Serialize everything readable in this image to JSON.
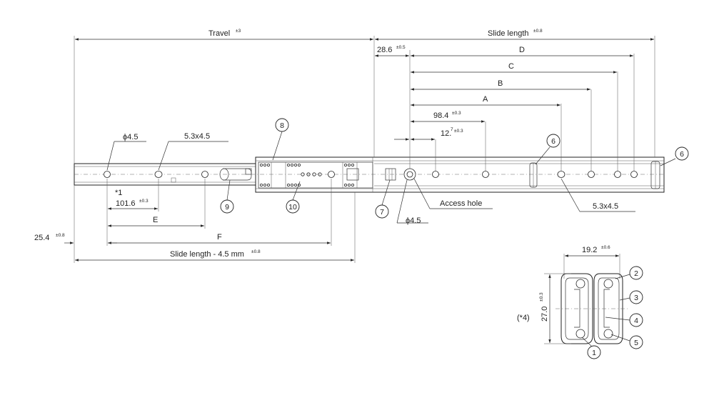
{
  "dims": {
    "travel": "Travel",
    "travel_tol": "±3",
    "slide_length": "Slide length",
    "slide_length_tol": "±0.8",
    "d_28_6": "28.6",
    "d_28_6_tol": "±0.5",
    "D": "D",
    "C": "C",
    "B": "B",
    "A": "A",
    "d_98_4": "98.4",
    "d_98_4_tol": "±0.3",
    "d_12_7": "12.",
    "d_12_7_b": "7",
    "d_12_7_tol": "±0.3",
    "phi_4_5_left": "ϕ4.5",
    "slot_5_3_left": "5.3x4.5",
    "star1": "*1",
    "d_101_6": "101.6",
    "d_101_6_tol": "±0.3",
    "E": "E",
    "F": "F",
    "d_25_4": "25.4",
    "d_25_4_tol": "±0.8",
    "slide_minus": "Slide length - 4.5 mm",
    "slide_minus_tol": "±0.8",
    "access_hole": "Access hole",
    "phi_4_5_bottom": "ϕ4.5",
    "slot_5_3_right": "5.3x4.5",
    "d_19_2": "19.2",
    "d_19_2_tol": "±0.6",
    "d_27_0": "27.0",
    "d_27_0_tol": "±0.3",
    "star4": "(*4)"
  },
  "callouts": {
    "c1": "1",
    "c2": "2",
    "c3": "3",
    "c4": "4",
    "c5": "5",
    "c6a": "6",
    "c6b": "6",
    "c7": "7",
    "c8": "8",
    "c9": "9",
    "c10": "10"
  }
}
